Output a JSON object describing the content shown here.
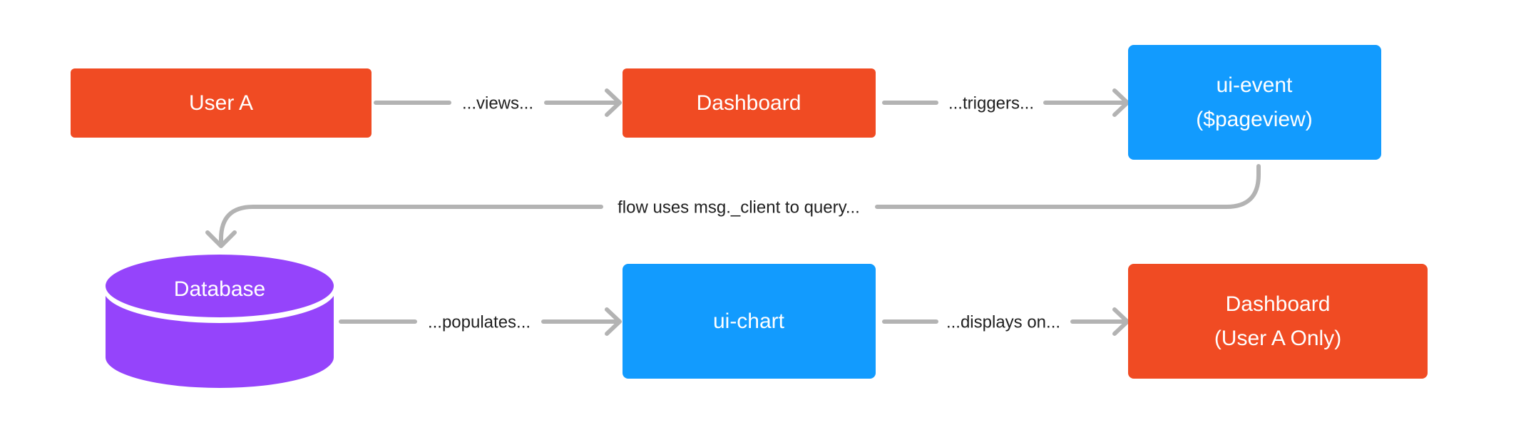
{
  "colors": {
    "orange": "#f04b23",
    "blue": "#129bfe",
    "purple": "#9544fb",
    "edge": "#b3b3b3",
    "edge_text": "#1f1f1f",
    "node_text": "#ffffff"
  },
  "nodes": {
    "user_a": {
      "label": "User A"
    },
    "dashboard": {
      "label": "Dashboard"
    },
    "ui_event": {
      "line1": "ui-event",
      "line2": "($pageview)"
    },
    "database": {
      "label": "Database"
    },
    "ui_chart": {
      "label": "ui-chart"
    },
    "dashboard_user_a_only": {
      "line1": "Dashboard",
      "line2": "(User A Only)"
    }
  },
  "edges": {
    "views": {
      "label": "...views..."
    },
    "triggers": {
      "label": "...triggers..."
    },
    "flow_query": {
      "label": "flow uses msg._client to query..."
    },
    "populates": {
      "label": "...populates..."
    },
    "displays_on": {
      "label": "...displays on..."
    }
  }
}
